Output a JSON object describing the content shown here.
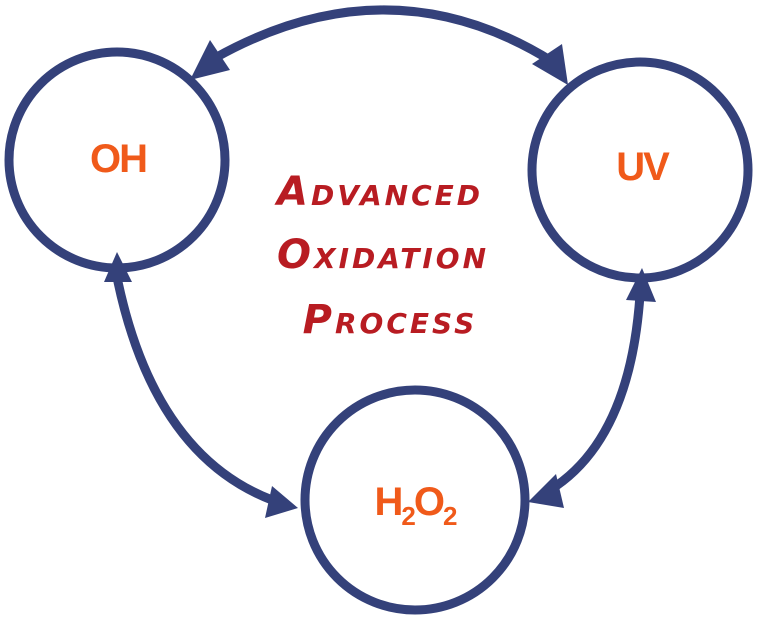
{
  "title": {
    "lines": [
      "Advanced",
      "Oxidation",
      "Process"
    ],
    "color": "#b81c22"
  },
  "nodes": {
    "oh": {
      "label": "OH"
    },
    "uv": {
      "label": "UV"
    },
    "h2o2": {
      "main": "H",
      "sub1": "2",
      "mid": "O",
      "sub2": "2"
    }
  },
  "colors": {
    "ring": "#34417a",
    "arrow": "#34417a",
    "label": "#f05a1a"
  },
  "edges": [
    {
      "from": "oh",
      "to": "uv",
      "direction": "bidirectional"
    },
    {
      "from": "oh",
      "to": "h2o2",
      "direction": "bidirectional"
    },
    {
      "from": "uv",
      "to": "h2o2",
      "direction": "bidirectional"
    }
  ]
}
